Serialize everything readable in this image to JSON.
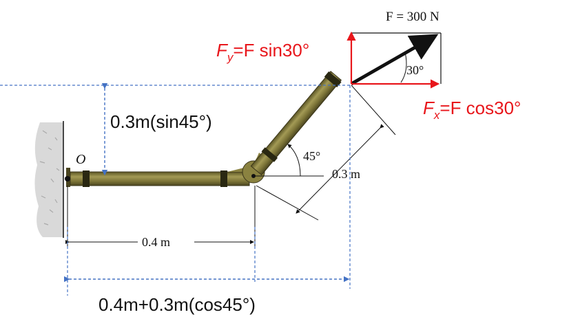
{
  "labels": {
    "force": "F = 300 N",
    "fy_prefix": "F",
    "fy_sub": "y",
    "fy_rest": "=F sin30°",
    "fx_prefix": "F",
    "fx_sub": "x",
    "fx_rest": "=F cos30°",
    "angle_30": "30°",
    "angle_45": "45°",
    "point_o": "O",
    "length_03": "0.3 m",
    "length_04": "0.4 m",
    "vert_dim": "0.3m(sin45°)",
    "horiz_dim": "0.4m+0.3m(cos45°)"
  },
  "colors": {
    "pipe": "#7a7236",
    "pipe_edge": "#3a351a",
    "red": "#e8161b",
    "blue": "#4472c4",
    "black": "#111111"
  },
  "icons": [
    "wall-hatch-icon",
    "force-arrow-icon",
    "component-arrow-icon"
  ]
}
